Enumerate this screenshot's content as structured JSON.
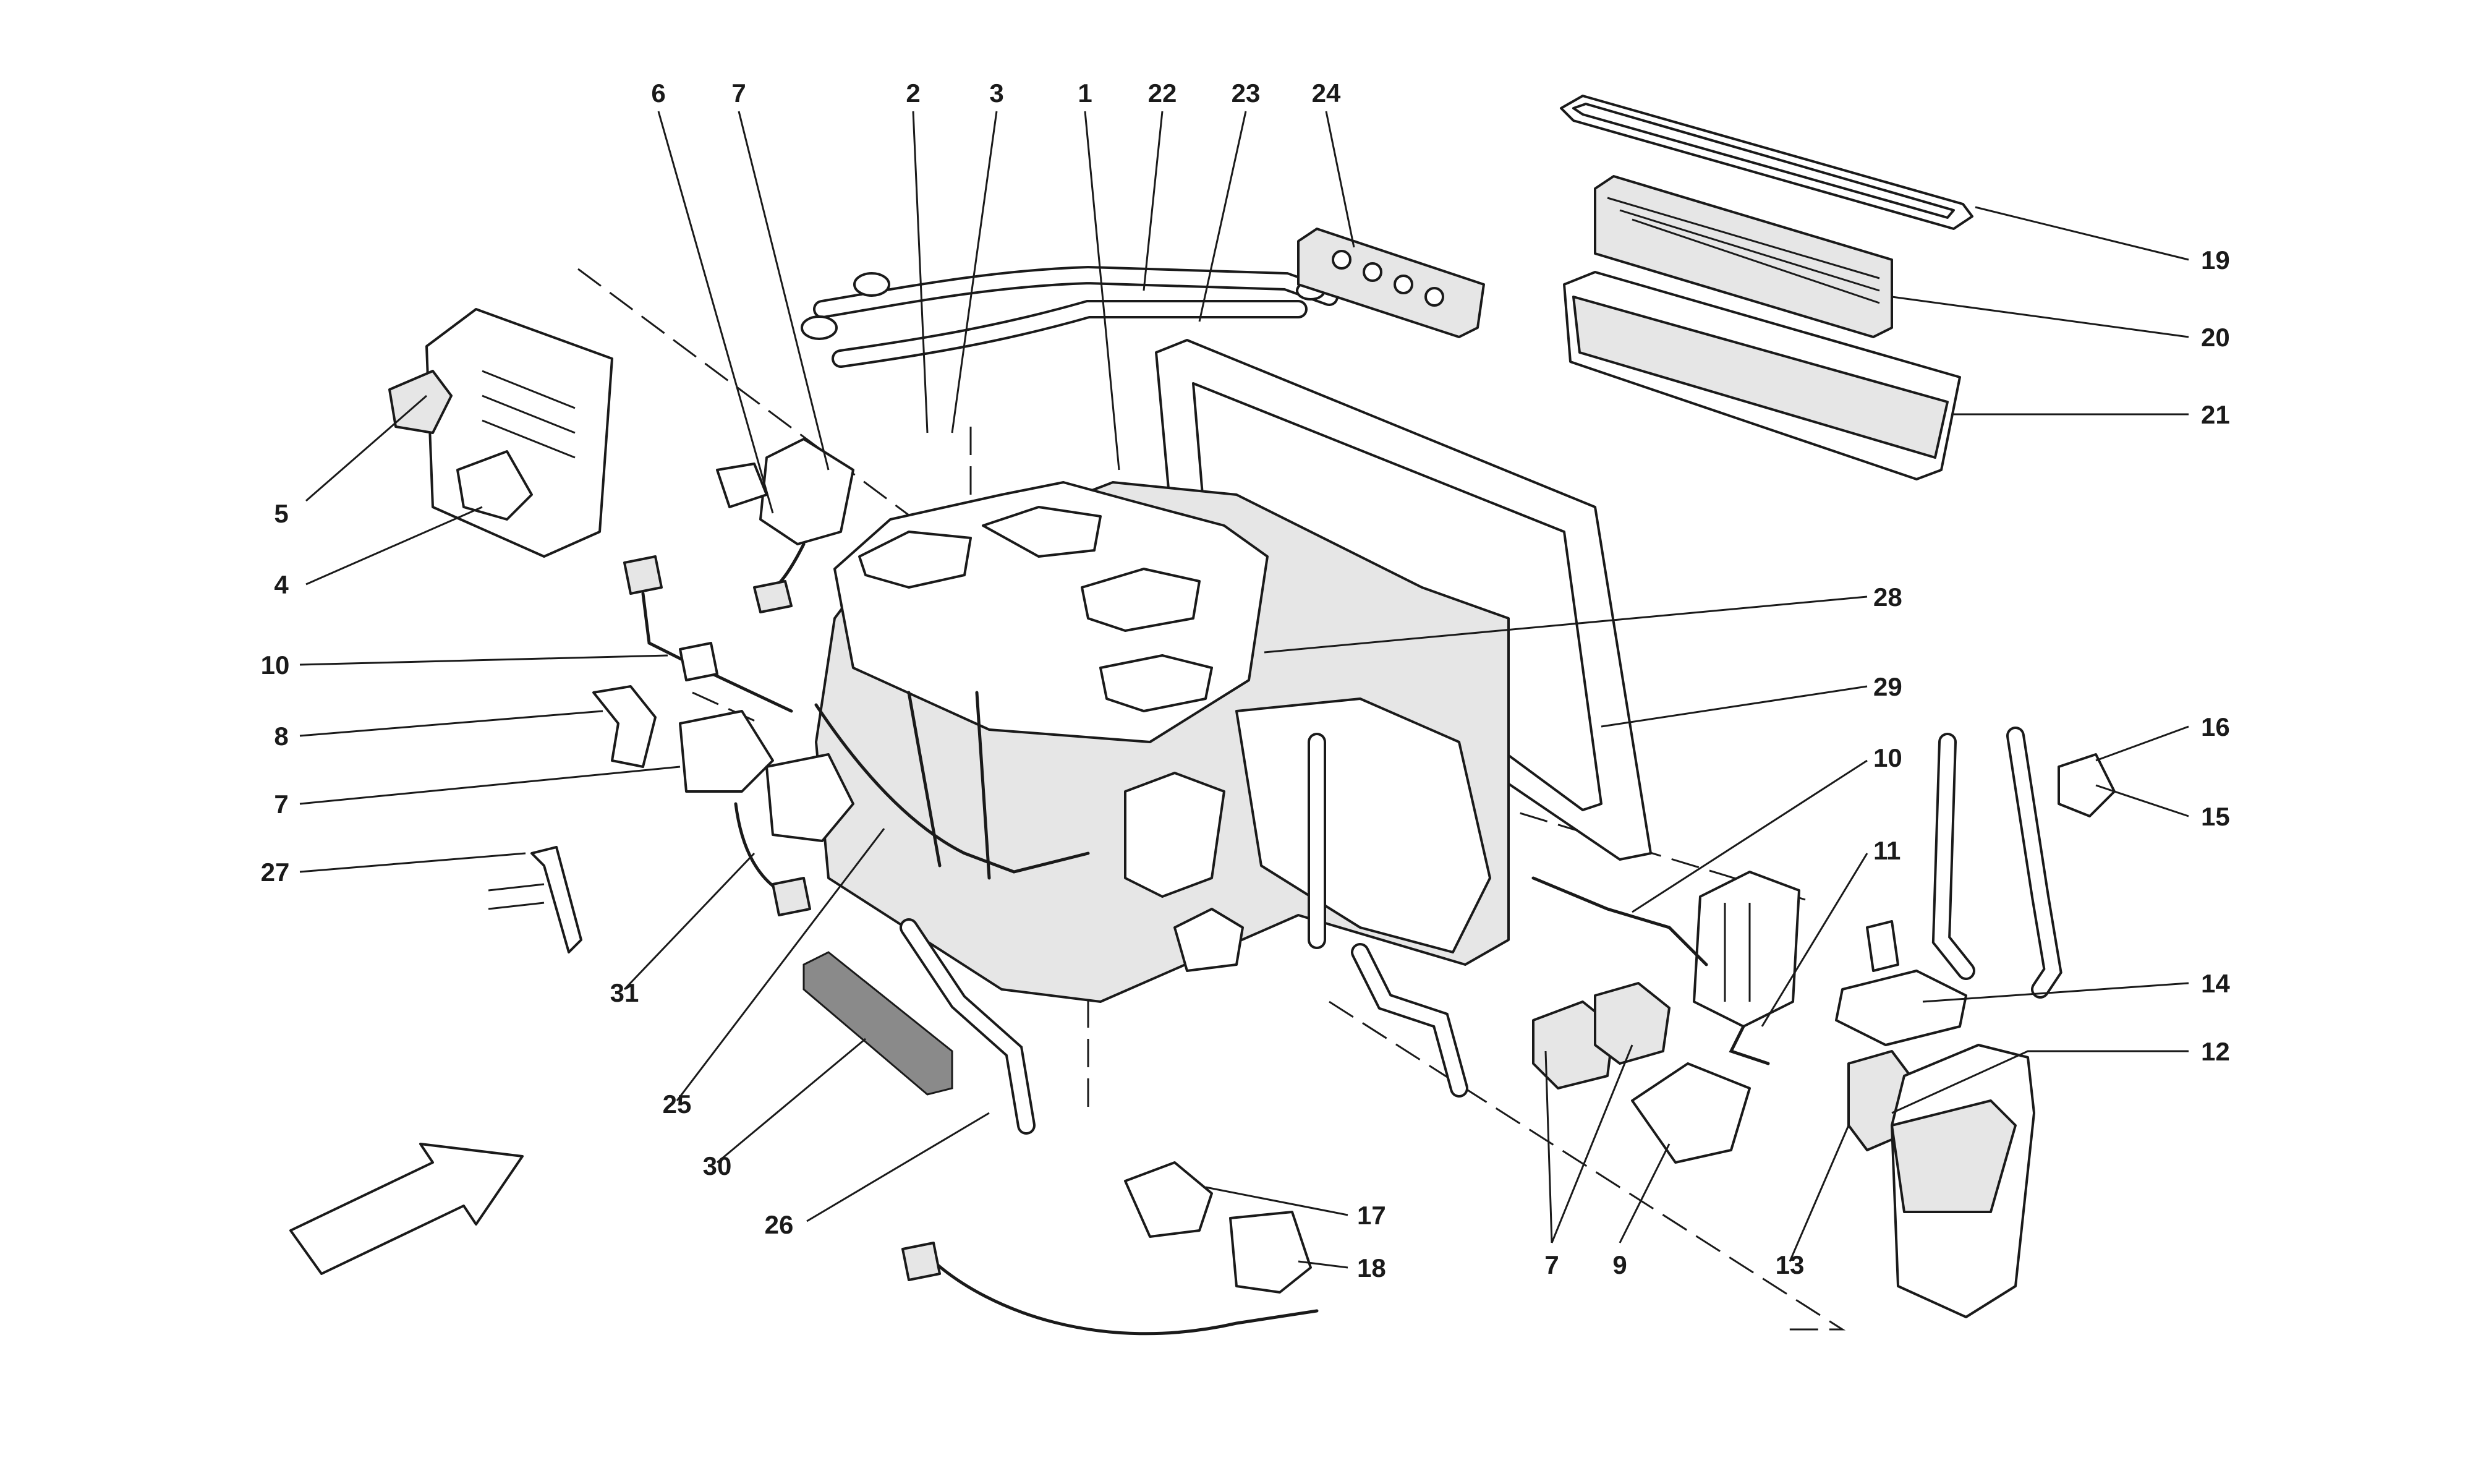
{
  "diagram": {
    "callouts": [
      {
        "id": "c-6",
        "label": "6"
      },
      {
        "id": "c-7a",
        "label": "7"
      },
      {
        "id": "c-2",
        "label": "2"
      },
      {
        "id": "c-3",
        "label": "3"
      },
      {
        "id": "c-1",
        "label": "1"
      },
      {
        "id": "c-22",
        "label": "22"
      },
      {
        "id": "c-23",
        "label": "23"
      },
      {
        "id": "c-24",
        "label": "24"
      },
      {
        "id": "c-19",
        "label": "19"
      },
      {
        "id": "c-20",
        "label": "20"
      },
      {
        "id": "c-21",
        "label": "21"
      },
      {
        "id": "c-5",
        "label": "5"
      },
      {
        "id": "c-4",
        "label": "4"
      },
      {
        "id": "c-28",
        "label": "28"
      },
      {
        "id": "c-10a",
        "label": "10"
      },
      {
        "id": "c-29",
        "label": "29"
      },
      {
        "id": "c-8",
        "label": "8"
      },
      {
        "id": "c-16",
        "label": "16"
      },
      {
        "id": "c-10b",
        "label": "10"
      },
      {
        "id": "c-7b",
        "label": "7"
      },
      {
        "id": "c-15",
        "label": "15"
      },
      {
        "id": "c-11",
        "label": "11"
      },
      {
        "id": "c-27",
        "label": "27"
      },
      {
        "id": "c-14",
        "label": "14"
      },
      {
        "id": "c-12",
        "label": "12"
      },
      {
        "id": "c-31",
        "label": "31"
      },
      {
        "id": "c-25",
        "label": "25"
      },
      {
        "id": "c-30",
        "label": "30"
      },
      {
        "id": "c-17",
        "label": "17"
      },
      {
        "id": "c-26",
        "label": "26"
      },
      {
        "id": "c-18",
        "label": "18"
      },
      {
        "id": "c-7c",
        "label": "7"
      },
      {
        "id": "c-9",
        "label": "9"
      },
      {
        "id": "c-13",
        "label": "13"
      }
    ],
    "colors": {
      "ink": "#1a1a1a",
      "paper": "#ffffff",
      "shade": "#e6e6e6"
    }
  }
}
